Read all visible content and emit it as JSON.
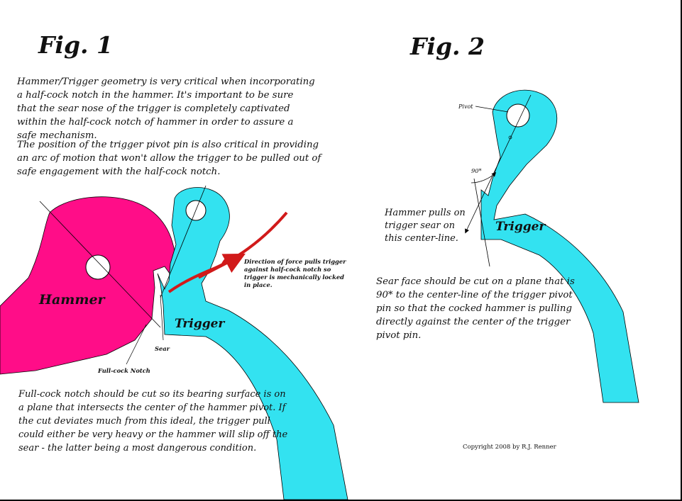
{
  "fig1": {
    "title": "Fig. 1",
    "paragraph1": "Hammer/Trigger geometry is very critical when incorporating a half-cock notch in the hammer. It's important to be sure that the sear nose of the trigger is completely captivated  within the half-cock notch of hammer in order to assure a safe mechanism.",
    "paragraph2": "The position of the trigger pivot pin is also critical in providing an arc of motion that won't allow the trigger to be pulled out of safe engagement with the half-cock notch.",
    "hammer_label": "Hammer",
    "trigger_label": "Trigger",
    "sear_label": "Sear",
    "fullcock_label": "Full-cock Notch",
    "force_label": "Direction of force pulls trigger against half-cock notch so trigger is mechanically locked in place.",
    "paragraph3": "Full-cock notch should be cut so its bearing surface is on a plane that intersects the center of the hammer pivot. If the cut deviates much from this ideal, the trigger pull could either be very heavy or the hammer will slip off the sear - the latter being a most dangerous condition."
  },
  "fig2": {
    "title": "Fig. 2",
    "pivot_label": "Pivot",
    "angle_label": "90*",
    "hammer_pull_label": "Hammer pulls on trigger sear on this center-line.",
    "trigger_label": "Trigger",
    "sear_face_text": "Sear face should be cut on a plane that is 90* to the center-line of the trigger pivot pin so that the cocked hammer is pulling directly against the center of the trigger pivot pin."
  },
  "copyright": "Copyright 2008 by R.J. Renner",
  "colors": {
    "hammer": "#ff0d88",
    "trigger": "#33e2f0",
    "force_arrow": "#d11a1a",
    "outline": "#000000"
  }
}
